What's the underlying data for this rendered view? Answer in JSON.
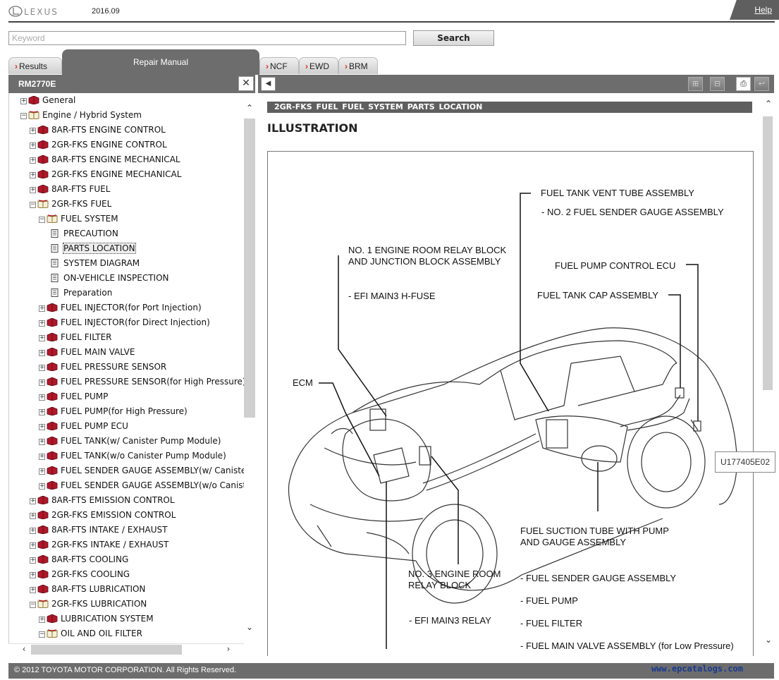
{
  "header": {
    "brand": "LEXUS",
    "version_date": "2016.09",
    "help_label": "Help"
  },
  "search": {
    "placeholder": "Keyword",
    "button_label": "Search"
  },
  "tabs": [
    {
      "label": "Results",
      "active": false
    },
    {
      "label": "Repair Manual",
      "active": true
    },
    {
      "label": "NCF",
      "active": false
    },
    {
      "label": "EWD",
      "active": false
    },
    {
      "label": "BRM",
      "active": false
    }
  ],
  "left_panel": {
    "title": "RM2770E",
    "close_symbol": "✕",
    "tree": [
      {
        "label": "General",
        "level": 0,
        "toggle": "+",
        "icon": "book-closed"
      },
      {
        "label": "Engine / Hybrid System",
        "level": 0,
        "toggle": "-",
        "icon": "book-open"
      },
      {
        "label": "8AR-FTS ENGINE CONTROL",
        "level": 1,
        "toggle": "+",
        "icon": "book-closed"
      },
      {
        "label": "2GR-FKS ENGINE CONTROL",
        "level": 1,
        "toggle": "+",
        "icon": "book-closed"
      },
      {
        "label": "8AR-FTS ENGINE MECHANICAL",
        "level": 1,
        "toggle": "+",
        "icon": "book-closed"
      },
      {
        "label": "2GR-FKS ENGINE MECHANICAL",
        "level": 1,
        "toggle": "+",
        "icon": "book-closed"
      },
      {
        "label": "8AR-FTS FUEL",
        "level": 1,
        "toggle": "+",
        "icon": "book-closed"
      },
      {
        "label": "2GR-FKS FUEL",
        "level": 1,
        "toggle": "-",
        "icon": "book-open"
      },
      {
        "label": "FUEL SYSTEM",
        "level": 2,
        "toggle": "-",
        "icon": "book-open"
      },
      {
        "label": "PRECAUTION",
        "level": 3,
        "toggle": "",
        "icon": "page"
      },
      {
        "label": "PARTS LOCATION",
        "level": 3,
        "toggle": "",
        "icon": "page",
        "selected": true
      },
      {
        "label": "SYSTEM DIAGRAM",
        "level": 3,
        "toggle": "",
        "icon": "page"
      },
      {
        "label": "ON-VEHICLE INSPECTION",
        "level": 3,
        "toggle": "",
        "icon": "page"
      },
      {
        "label": "Preparation",
        "level": 3,
        "toggle": "",
        "icon": "page"
      },
      {
        "label": "FUEL INJECTOR(for Port Injection)",
        "level": 2,
        "toggle": "+",
        "icon": "book-closed"
      },
      {
        "label": "FUEL INJECTOR(for Direct Injection)",
        "level": 2,
        "toggle": "+",
        "icon": "book-closed"
      },
      {
        "label": "FUEL FILTER",
        "level": 2,
        "toggle": "+",
        "icon": "book-closed"
      },
      {
        "label": "FUEL MAIN VALVE",
        "level": 2,
        "toggle": "+",
        "icon": "book-closed"
      },
      {
        "label": "FUEL PRESSURE SENSOR",
        "level": 2,
        "toggle": "+",
        "icon": "book-closed"
      },
      {
        "label": "FUEL PRESSURE SENSOR(for High Pressure)",
        "level": 2,
        "toggle": "+",
        "icon": "book-closed"
      },
      {
        "label": "FUEL PUMP",
        "level": 2,
        "toggle": "+",
        "icon": "book-closed"
      },
      {
        "label": "FUEL PUMP(for High Pressure)",
        "level": 2,
        "toggle": "+",
        "icon": "book-closed"
      },
      {
        "label": "FUEL PUMP ECU",
        "level": 2,
        "toggle": "+",
        "icon": "book-closed"
      },
      {
        "label": "FUEL TANK(w/ Canister Pump Module)",
        "level": 2,
        "toggle": "+",
        "icon": "book-closed"
      },
      {
        "label": "FUEL TANK(w/o Canister Pump Module)",
        "level": 2,
        "toggle": "+",
        "icon": "book-closed"
      },
      {
        "label": "FUEL SENDER GAUGE ASSEMBLY(w/ Canister P",
        "level": 2,
        "toggle": "+",
        "icon": "book-closed"
      },
      {
        "label": "FUEL SENDER GAUGE ASSEMBLY(w/o Canister",
        "level": 2,
        "toggle": "+",
        "icon": "book-closed"
      },
      {
        "label": "8AR-FTS EMISSION CONTROL",
        "level": 1,
        "toggle": "+",
        "icon": "book-closed"
      },
      {
        "label": "2GR-FKS EMISSION CONTROL",
        "level": 1,
        "toggle": "+",
        "icon": "book-closed"
      },
      {
        "label": "8AR-FTS INTAKE / EXHAUST",
        "level": 1,
        "toggle": "+",
        "icon": "book-closed"
      },
      {
        "label": "2GR-FKS INTAKE / EXHAUST",
        "level": 1,
        "toggle": "+",
        "icon": "book-closed"
      },
      {
        "label": "8AR-FTS COOLING",
        "level": 1,
        "toggle": "+",
        "icon": "book-closed"
      },
      {
        "label": "2GR-FKS COOLING",
        "level": 1,
        "toggle": "+",
        "icon": "book-closed"
      },
      {
        "label": "8AR-FTS LUBRICATION",
        "level": 1,
        "toggle": "+",
        "icon": "book-closed"
      },
      {
        "label": "2GR-FKS LUBRICATION",
        "level": 1,
        "toggle": "-",
        "icon": "book-open"
      },
      {
        "label": "LUBRICATION SYSTEM",
        "level": 2,
        "toggle": "+",
        "icon": "book-closed"
      },
      {
        "label": "OIL AND OIL FILTER",
        "level": 2,
        "toggle": "-",
        "icon": "book-open"
      }
    ]
  },
  "right_panel": {
    "breadcrumb": "2GR-FKS FUEL  FUEL SYSTEM  PARTS LOCATION",
    "heading": "ILLUSTRATION",
    "illustration_code": "U177405E02",
    "callouts": {
      "vent_tube": "FUEL TANK VENT TUBE ASSEMBLY",
      "sender_no2": "- NO. 2 FUEL SENDER GAUGE ASSEMBLY",
      "relay_block_1": "NO. 1 ENGINE ROOM RELAY BLOCK",
      "relay_block_2": "AND JUNCTION BLOCK ASSEMBLY",
      "efi_fuse": "- EFI MAIN3 H-FUSE",
      "pump_ecu": "FUEL PUMP CONTROL ECU",
      "tank_cap": "FUEL TANK CAP ASSEMBLY",
      "ecm": "ECM",
      "suction_1": "FUEL SUCTION TUBE WITH PUMP",
      "suction_2": "AND GAUGE ASSEMBLY",
      "no3_relay_1": "NO. 3 ENGINE ROOM",
      "no3_relay_2": "RELAY BLOCK",
      "sender_gauge": "- FUEL SENDER GAUGE ASSEMBLY",
      "fuel_pump": "- FUEL PUMP",
      "fuel_filter": "- FUEL FILTER",
      "efi_relay": "- EFI MAIN3 RELAY",
      "main_valve": "- FUEL MAIN VALVE ASSEMBLY (for Low Pressure)"
    }
  },
  "footer": {
    "copyright": "© 2012 TOYOTA MOTOR CORPORATION. All Rights Reserved.",
    "watermark": "www.epcatalogs.com"
  },
  "colors": {
    "panel_gray": "#6d6d6d",
    "tab_chevron": "#e03020",
    "book_red": "#b0182a",
    "watermark_blue": "#1a3a90"
  }
}
